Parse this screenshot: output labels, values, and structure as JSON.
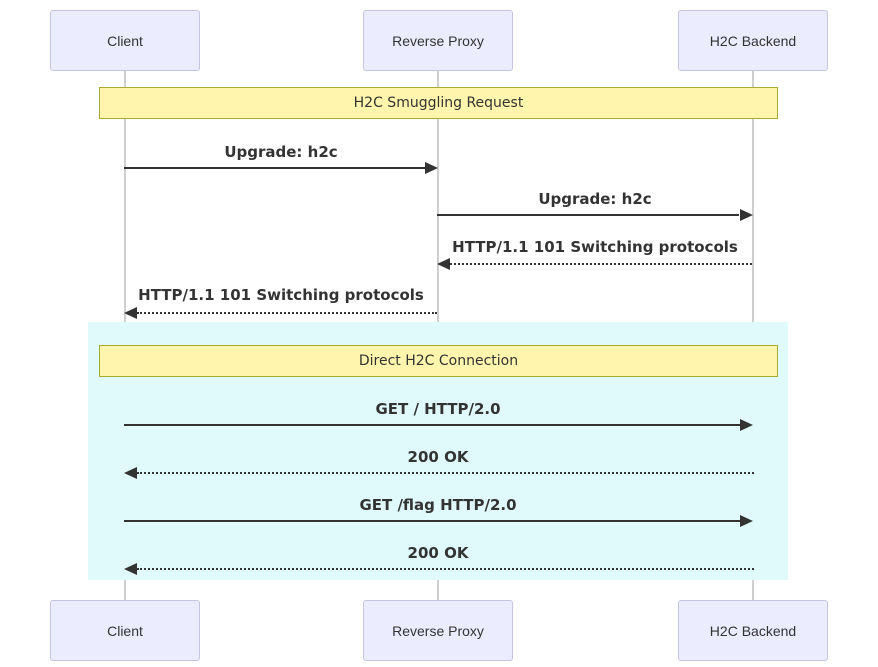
{
  "diagram": {
    "type": "sequence",
    "actors": [
      {
        "name": "Client"
      },
      {
        "name": "Reverse Proxy"
      },
      {
        "name": "H2C Backend"
      }
    ],
    "banners": [
      {
        "label": "H2C Smuggling Request"
      },
      {
        "label": "Direct H2C Connection"
      }
    ],
    "messages": [
      {
        "from": "Client",
        "to": "Reverse Proxy",
        "label": "Upgrade: h2c",
        "style": "solid"
      },
      {
        "from": "Reverse Proxy",
        "to": "H2C Backend",
        "label": "Upgrade: h2c",
        "style": "solid"
      },
      {
        "from": "H2C Backend",
        "to": "Reverse Proxy",
        "label": "HTTP/1.1 101 Switching protocols",
        "style": "dashed"
      },
      {
        "from": "Reverse Proxy",
        "to": "Client",
        "label": "HTTP/1.1 101 Switching protocols",
        "style": "dashed"
      },
      {
        "from": "Client",
        "to": "H2C Backend",
        "label": "GET / HTTP/2.0",
        "style": "solid"
      },
      {
        "from": "H2C Backend",
        "to": "Client",
        "label": "200 OK",
        "style": "dashed"
      },
      {
        "from": "Client",
        "to": "H2C Backend",
        "label": "GET /flag HTTP/2.0",
        "style": "solid"
      },
      {
        "from": "H2C Backend",
        "to": "Client",
        "label": "200 OK",
        "style": "dashed"
      }
    ],
    "colors": {
      "actor_fill": "#ECECFF",
      "actor_border": "#c5c5e0",
      "banner_fill": "#FFF5AD",
      "banner_border": "#AAAA33",
      "highlight_fill": "#E0FAFB",
      "line": "#333333",
      "lifeline": "#cfcfcf"
    }
  }
}
